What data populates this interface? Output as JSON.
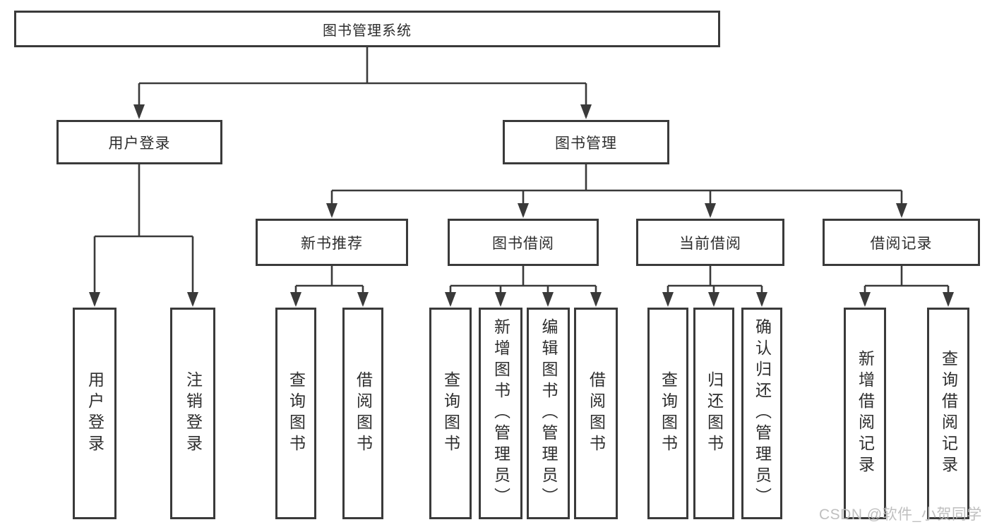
{
  "tree": {
    "label": "图书管理系统",
    "children": [
      {
        "label": "用户登录",
        "children": [
          {
            "label": "用户登录"
          },
          {
            "label": "注销登录"
          }
        ]
      },
      {
        "label": "图书管理",
        "children": [
          {
            "label": "新书推荐",
            "children": [
              {
                "label": "查询图书"
              },
              {
                "label": "借阅图书"
              }
            ]
          },
          {
            "label": "图书借阅",
            "children": [
              {
                "label": "查询图书"
              },
              {
                "label": "新增图书（管理员）"
              },
              {
                "label": "编辑图书（管理员）"
              },
              {
                "label": "借阅图书"
              }
            ]
          },
          {
            "label": "当前借阅",
            "children": [
              {
                "label": "查询图书"
              },
              {
                "label": "归还图书"
              },
              {
                "label": "确认归还（管理员）"
              }
            ]
          },
          {
            "label": "借阅记录",
            "children": [
              {
                "label": "新增借阅记录"
              },
              {
                "label": "查询借阅记录"
              }
            ]
          }
        ]
      }
    ]
  },
  "watermark": "CSDN @软件_小贺同学",
  "colors": {
    "line": "#3a3a3a",
    "box_border": "#3a3a3a",
    "text": "#2e2e2e",
    "watermark": "#bcbcbc",
    "background": "#ffffff"
  }
}
